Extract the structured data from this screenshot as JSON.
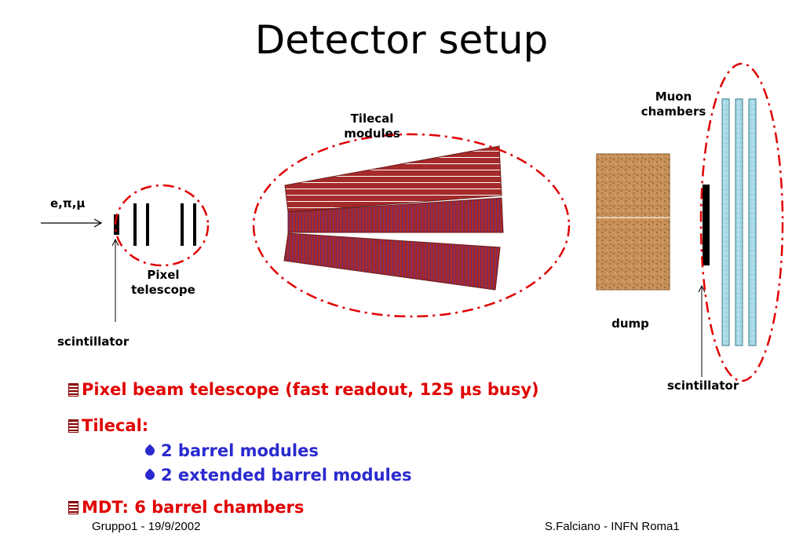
{
  "title": "Detector setup",
  "labels": {
    "beam": "e,π,μ",
    "pixel_telescope_line1": "Pixel",
    "pixel_telescope_line2": "telescope",
    "scintillator_left": "scintillator",
    "tilecal_line1": "Tilecal",
    "tilecal_line2": "modules",
    "dump": "dump",
    "muon_line1": "Muon",
    "muon_line2": "chambers",
    "scintillator_right": "scintillator"
  },
  "bullets": [
    {
      "text": "Pixel beam telescope (fast readout, 125 μs busy)",
      "level": 1
    },
    {
      "text": "Tilecal:",
      "level": 1
    },
    {
      "text": "2 barrel modules",
      "level": 2
    },
    {
      "text": "2 extended barrel modules",
      "level": 2
    },
    {
      "text": "MDT: 6 barrel chambers",
      "level": 1
    }
  ],
  "footer": {
    "left": "Gruppo1 - 19/9/2002",
    "right": "S.Falciano - INFN Roma1"
  },
  "colors": {
    "dashed_outline": "#e00000",
    "tilecal_fill": "#a52a2a",
    "dump_fill": "#c9925a",
    "muon_fill": "#a9dbe6",
    "bullet_l1": "#e00000",
    "bullet_l2": "#2a2acf"
  }
}
